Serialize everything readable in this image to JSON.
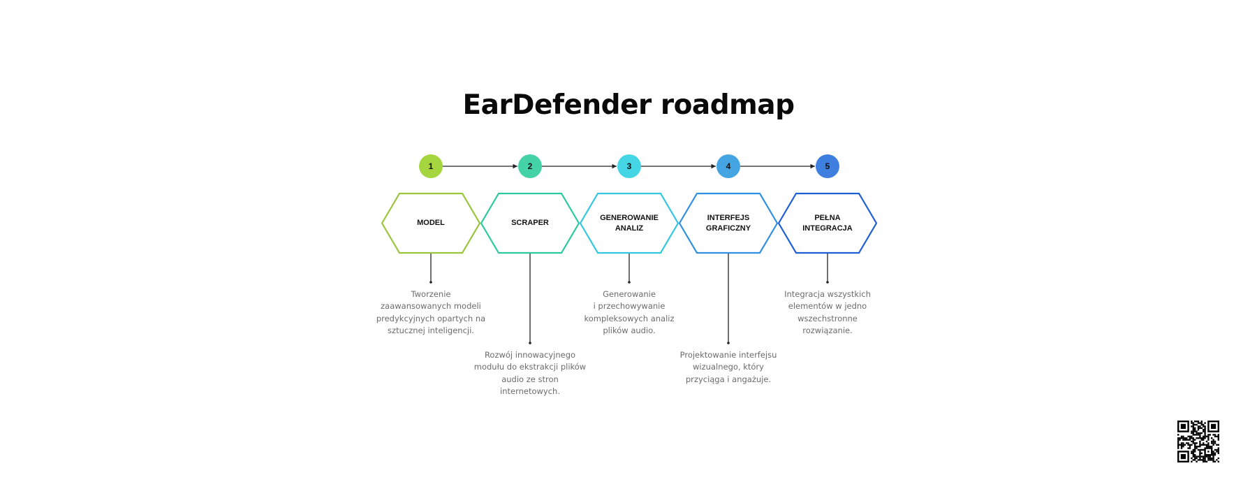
{
  "title": "EarDefender roadmap",
  "steps": [
    {
      "number": "1",
      "label_lines": [
        "MODEL"
      ],
      "description_lines": [
        "Tworzenie",
        "zaawansowanych modeli",
        "predykcyjnych opartych na",
        "sztucznej inteligencji."
      ],
      "hex_color": "#9bc53d",
      "circle_color": "#a6d63f",
      "description_position": "upper"
    },
    {
      "number": "2",
      "label_lines": [
        "SCRAPER"
      ],
      "description_lines": [
        "Rozwój innowacyjnego",
        "modułu do ekstrakcji plików",
        "audio ze stron",
        "internetowych."
      ],
      "hex_color": "#2cc9a0",
      "circle_color": "#43d3a6",
      "description_position": "lower"
    },
    {
      "number": "3",
      "label_lines": [
        "GENEROWANIE",
        "ANALIZ"
      ],
      "description_lines": [
        "Generowanie",
        "i przechowywanie",
        "kompleksowych analiz",
        "plików audio."
      ],
      "hex_color": "#33c6e0",
      "circle_color": "#45d6e6",
      "description_position": "upper"
    },
    {
      "number": "4",
      "label_lines": [
        "INTERFEJS",
        "GRAFICZNY"
      ],
      "description_lines": [
        "Projektowanie interfejsu",
        "wizualnego, który",
        "przyciąga i angażuje."
      ],
      "hex_color": "#2f8fe0",
      "circle_color": "#45a5e3",
      "description_position": "lower"
    },
    {
      "number": "5",
      "label_lines": [
        "PEŁNA",
        "INTEGRACJA"
      ],
      "description_lines": [
        "Integracja wszystkich",
        "elementów w jedno",
        "wszechstronne",
        "rozwiązanie."
      ],
      "hex_color": "#1f5fd6",
      "circle_color": "#3e7fe0",
      "description_position": "upper"
    }
  ],
  "connector_color": "#222222",
  "qr_code": {
    "icon": "qr-code-icon"
  }
}
